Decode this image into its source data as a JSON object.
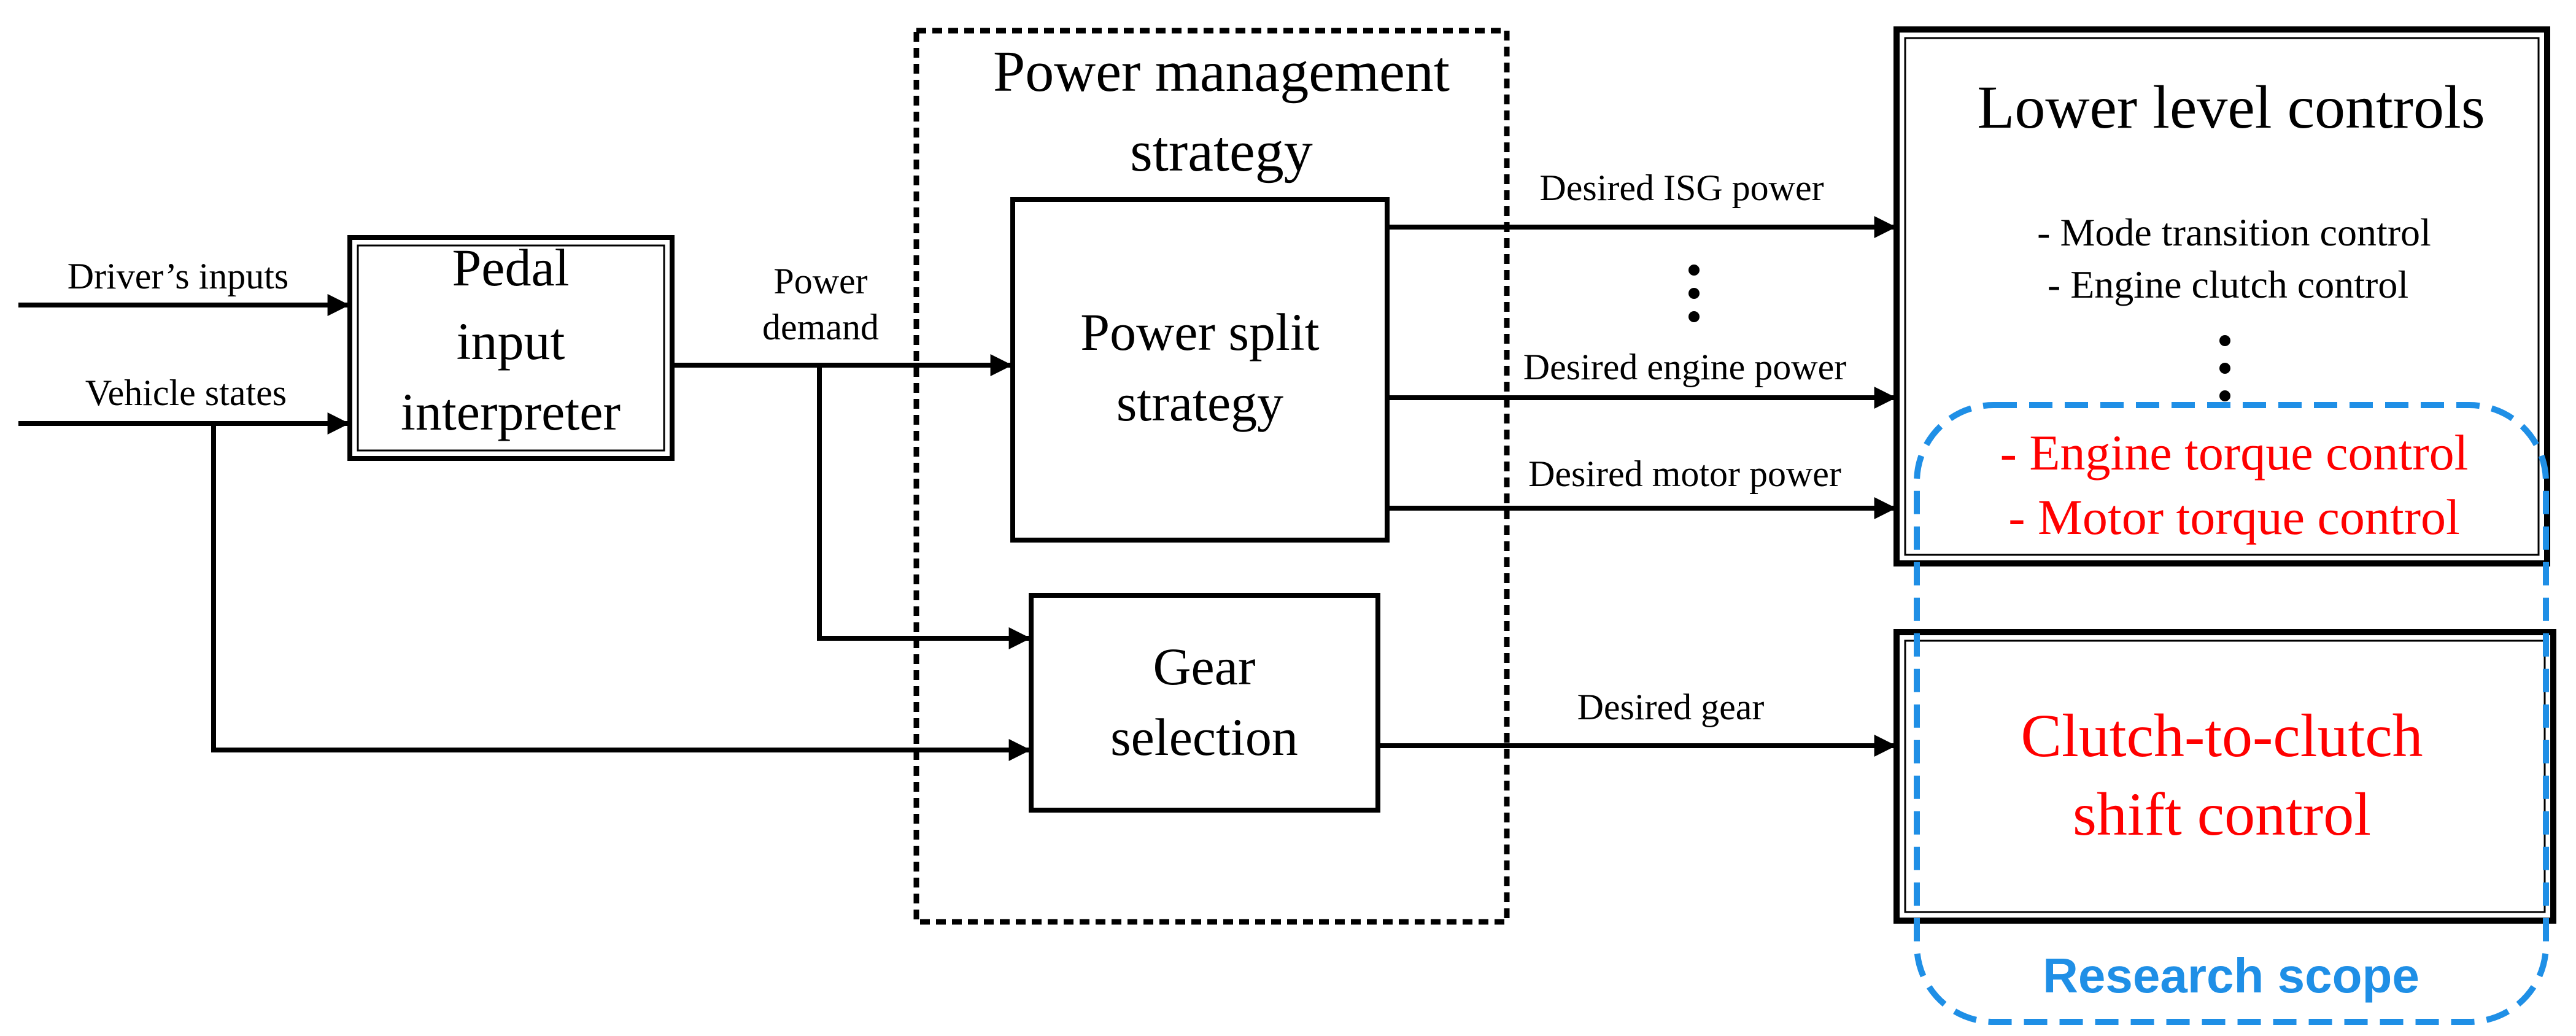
{
  "colors": {
    "line": "#000000",
    "highlight_text": "#ff0000",
    "scope": "#1f8fe6",
    "background": "#ffffff"
  },
  "inputs": {
    "driver_inputs": "Driver’s inputs",
    "vehicle_states": "Vehicle states"
  },
  "pedal_box": {
    "line1": "Pedal",
    "line2": "input",
    "line3": "interpreter"
  },
  "power_demand": {
    "line1": "Power",
    "line2": "demand"
  },
  "pms": {
    "line1": "Power management",
    "line2": "strategy"
  },
  "power_split": {
    "line1": "Power split",
    "line2": "strategy"
  },
  "gear_selection": {
    "line1": "Gear",
    "line2": "selection"
  },
  "signals": {
    "isg": "Desired ISG power",
    "engine": "Desired engine power",
    "motor": "Desired motor power",
    "gear": "Desired gear"
  },
  "lower": {
    "title": "Lower level controls",
    "item1": "- Mode transition control",
    "item2": "- Engine clutch control",
    "item3": "- Engine torque control",
    "item4": "- Motor torque control"
  },
  "shift": {
    "line1": "Clutch-to-clutch",
    "line2": "shift control"
  },
  "scope": {
    "label": "Research scope"
  }
}
